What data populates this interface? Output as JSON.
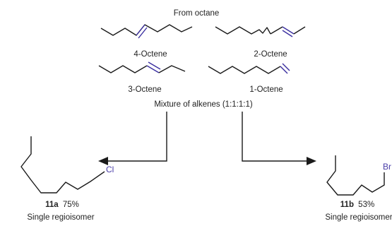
{
  "header": {
    "source": "From octane"
  },
  "alkenes": {
    "oct4": "4-Octene",
    "oct2": "2-Octene",
    "oct3": "3-Octene",
    "oct1": "1-Octene",
    "mixture": "Mixture of alkenes (1:1:1:1)"
  },
  "product_left": {
    "atom": "Cl",
    "compound_id": "11a",
    "yield": "75%",
    "selectivity": "Single regioisomer"
  },
  "product_right": {
    "atom": "Br",
    "compound_id": "11b",
    "yield": "53%",
    "selectivity": "Single regioisomer"
  },
  "colors": {
    "bond": "#1a1a1a",
    "double_bond": "#3b2fa0",
    "heteroatom": "#4a3ea8"
  }
}
